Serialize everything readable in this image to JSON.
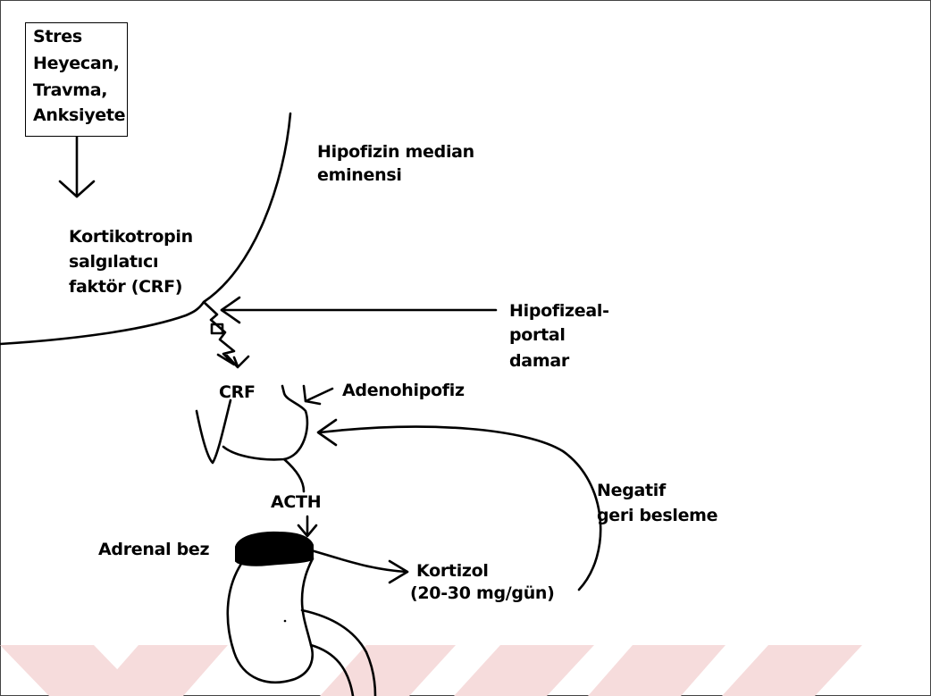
{
  "labels": {
    "stress_lines": [
      "Stres",
      "Heyecan,",
      "Travma,",
      "Anksiyete"
    ],
    "median_eminence": [
      "Hipofizin median",
      "eminensi"
    ],
    "crf_factor": [
      "Kortikotropin",
      "salgılatıcı",
      "faktör (CRF)"
    ],
    "portal_vessel": [
      "Hipofizeal-",
      "portal",
      "damar"
    ],
    "crf": "CRF",
    "adenohypophysis": "Adenohipofiz",
    "acth": "ACTH",
    "negative_feedback": [
      "Negatif",
      "geri besleme"
    ],
    "adrenal_gland": "Adrenal bez",
    "cortisol": [
      "Kortizol",
      "(20-30 mg/gün)"
    ]
  },
  "colors": {
    "ink": "#000000",
    "watermark": "#f6dcdc",
    "background": "#ffffff"
  }
}
